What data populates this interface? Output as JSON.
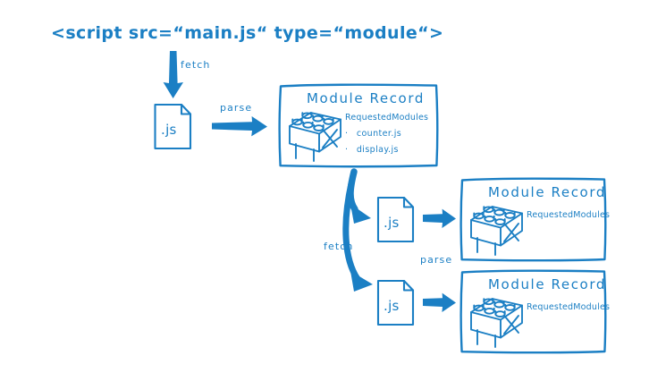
{
  "diagram": {
    "title_text": "<script src=“main.js“ type=“module“>",
    "accent_color": "#1B7FC4",
    "background_color": "#FFFFFF",
    "edges": [
      {
        "id": "fetch-main",
        "label": "fetch"
      },
      {
        "id": "parse-main",
        "label": "parse"
      },
      {
        "id": "fetch-children",
        "label": "fetch"
      },
      {
        "id": "parse-children",
        "label": "parse"
      }
    ],
    "files": [
      {
        "id": "main-js",
        "label": ".js"
      },
      {
        "id": "counter-js",
        "label": ".js"
      },
      {
        "id": "display-js",
        "label": ".js"
      }
    ],
    "records": [
      {
        "id": "record-main",
        "title": "Module Record",
        "field_label": "RequestedModules",
        "items": [
          {
            "bullet": "·",
            "text": "counter.js"
          },
          {
            "bullet": "·",
            "text": "display.js"
          }
        ]
      },
      {
        "id": "record-counter",
        "title": "Module Record",
        "field_label": "RequestedModules",
        "items": []
      },
      {
        "id": "record-display",
        "title": "Module Record",
        "field_label": "RequestedModules",
        "items": []
      }
    ],
    "icons": {
      "brick": "lego-brick-icon",
      "file": "js-file-icon",
      "arrow": "arrow-right-icon"
    }
  }
}
